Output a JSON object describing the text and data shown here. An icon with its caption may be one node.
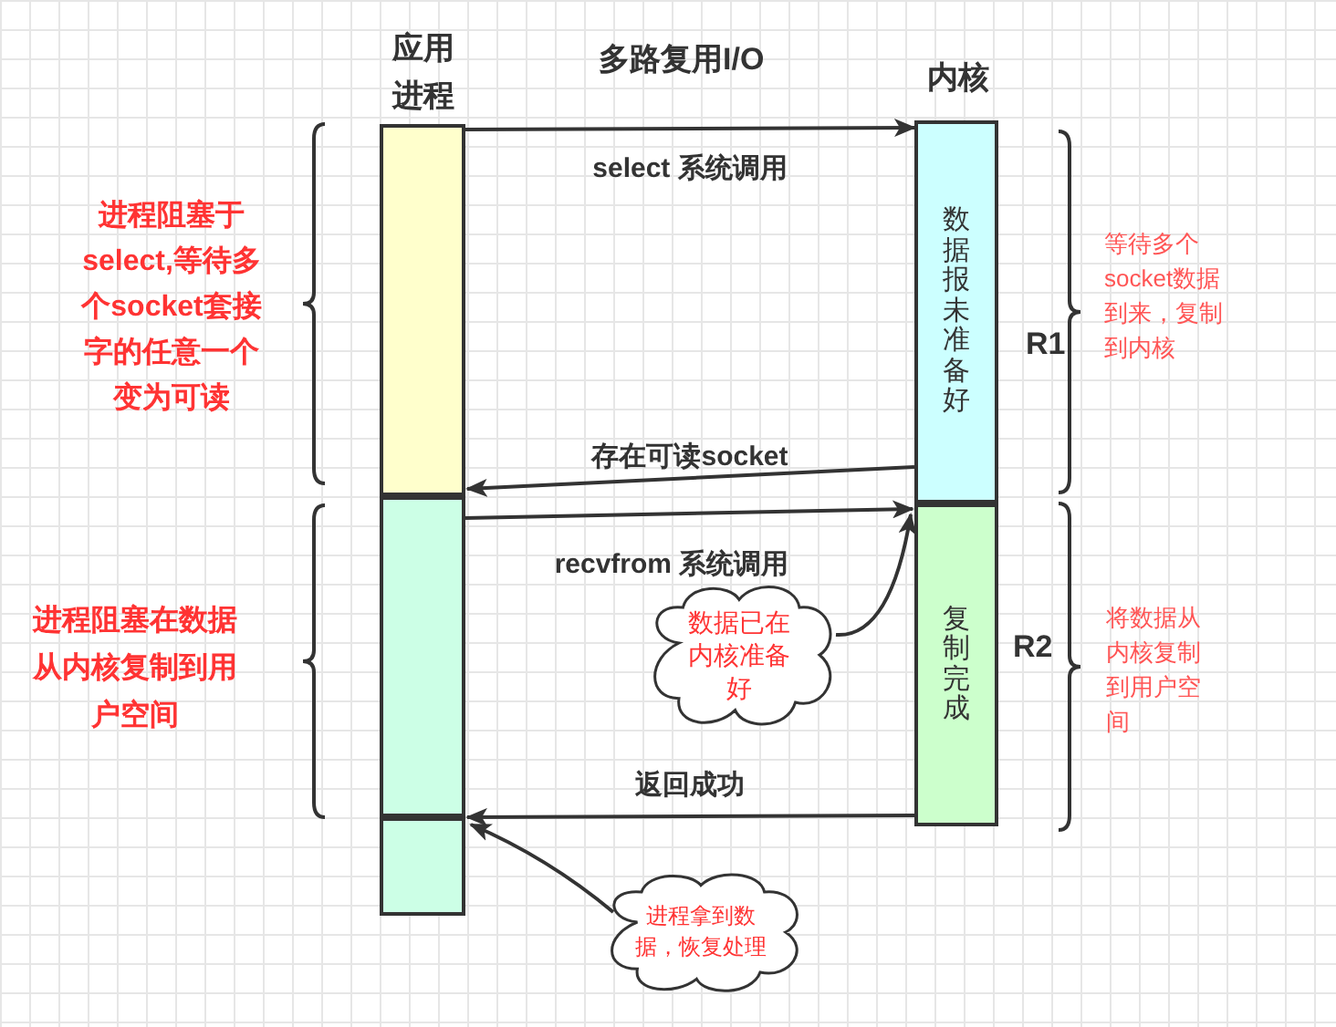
{
  "diagram": {
    "title": "多路复用I/O",
    "nodes": [
      {
        "text": [],
        "shape": "bar"
      },
      {
        "text": [],
        "shape": "bar"
      },
      {
        "text": [],
        "shape": "bar"
      },
      {
        "text": [
          "数据报未准备好"
        ],
        "beside": [
          "R1"
        ]
      },
      {
        "text": [
          "复制完成"
        ],
        "beside": [
          "R2"
        ]
      },
      {
        "text": [
          "数据已在内核准备好"
        ]
      },
      {
        "text": [
          "进程拿到数据，恢复处理"
        ]
      }
    ],
    "edges": [
      {
        "from": 0,
        "to": 3,
        "arrow": "to",
        "label": "select 系统调用"
      },
      {
        "from": 3,
        "to": 0,
        "arrow": "to",
        "label": "存在可读socket"
      },
      {
        "from": 1,
        "to": 4,
        "arrow": "to",
        "label": "recvfrom 系统调用"
      },
      {
        "from": 4,
        "to": 1,
        "arrow": "to",
        "label": "返回成功"
      },
      {
        "from": 5,
        "to": 4,
        "arrow": "to"
      },
      {
        "from": 6,
        "to": 2,
        "arrow": "to"
      }
    ],
    "labels": [
      "应用进程",
      "内核",
      "进程阻塞于select,等待多个socket套接字的任意一个变为可读",
      "等待多个socket数据到来，复制到内核",
      "进程阻塞在数据从内核复制到用户空间",
      "将数据从内核复制到用户空间"
    ]
  }
}
